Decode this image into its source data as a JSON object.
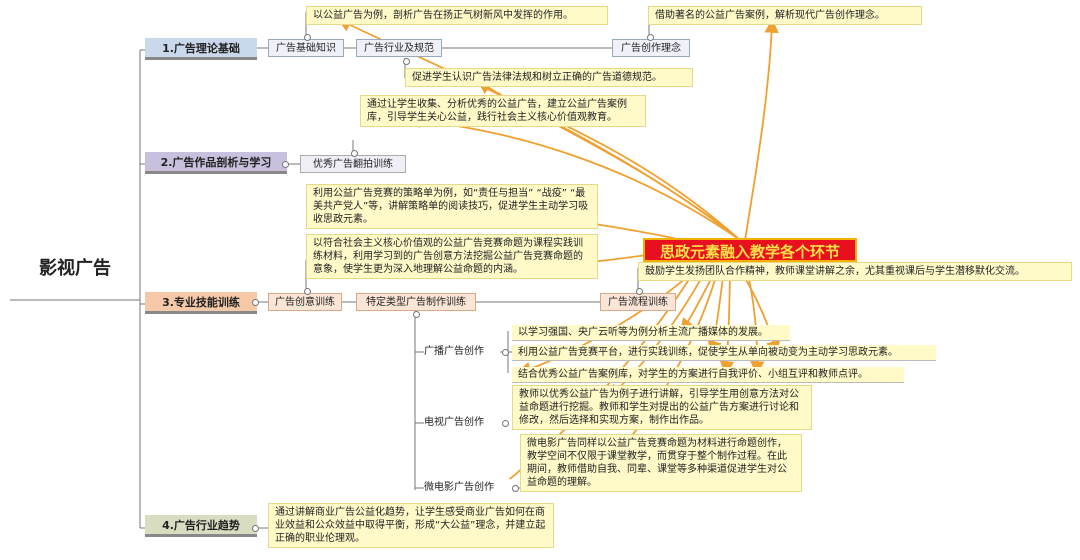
{
  "root": "影视广告",
  "center": "思政元素融入教学各个环节",
  "categories": {
    "c1": "1.广告理论基础",
    "c2": "2.广告作品剖析与学习",
    "c3": "3.专业技能训练",
    "c4": "4.广告行业趋势"
  },
  "subs": {
    "s1a": "广告基础知识",
    "s1b": "广告行业及规范",
    "s1c": "广告创作理念",
    "s2a": "优秀广告翻拍训练",
    "s3a": "广告创意训练",
    "s3b": "特定类型广告制作训练",
    "s3c": "广告流程训练",
    "s3d": "广播广告创作",
    "s3e": "电视广告创作",
    "s3f": "微电影广告创作"
  },
  "notes": {
    "n1": "以公益广告为例，剖析广告在扬正气树新风中发挥的作用。",
    "n2": "借助著名的公益广告案例，解析现代广告创作理念。",
    "n3": "促进学生认识广告法律法规和树立正确的广告道德规范。",
    "n4": "通过让学生收集、分析优秀的公益广告，建立公益广告案例库，引导学生关心公益，践行社会主义核心价值观教育。",
    "n5": "利用公益广告竞赛的策略单为例，如“责任与担当” “战疫” “最美共产党人”等，讲解策略单的阅读技巧，促进学生主动学习吸收思政元素。",
    "n6": "以符合社会主义核心价值观的公益广告竞赛命题为课程实践训练材料，利用学习到的广告创意方法挖掘公益广告竞赛命题的意象，使学生更为深入地理解公益命题的内涵。",
    "n7": "鼓励学生发扬团队合作精神，教师课堂讲解之余，尤其重视课后与学生潜移默化交流。",
    "n8": "以学习强国、央广云听等为例分析主流广播媒体的发展。",
    "n9": "利用公益广告竞赛平台，进行实践训练，促使学生从单向被动变为主动学习思政元素。",
    "n10": "结合优秀公益广告案例库，对学生的方案进行自我评价、小组互评和教师点评。",
    "n11": "教师以优秀公益广告为例子进行讲解，引导学生用创意方法对公益命题进行挖掘。教师和学生对提出的公益广告方案进行讨论和修改，然后选择和实现方案，制作出作品。",
    "n12": "微电影广告同样以公益广告竞赛命题为材料进行命题创作，教学空间不仅限于课堂教学，而贯穿于整个制作过程。在此期间，教师借助自我、同辈、课堂等多种渠道促进学生对公益命题的理解。",
    "n13": "通过讲解商业广告公益化趋势，让学生感受商业广告如何在商业效益和公众效益中取得平衡，形成“大公益”理念，并建立起正确的职业伦理观。"
  },
  "colors": {
    "arrow": "#f0a030",
    "center_bg": "#e8101e",
    "center_text": "#ffe24a",
    "note_bg": "#fffac8"
  }
}
